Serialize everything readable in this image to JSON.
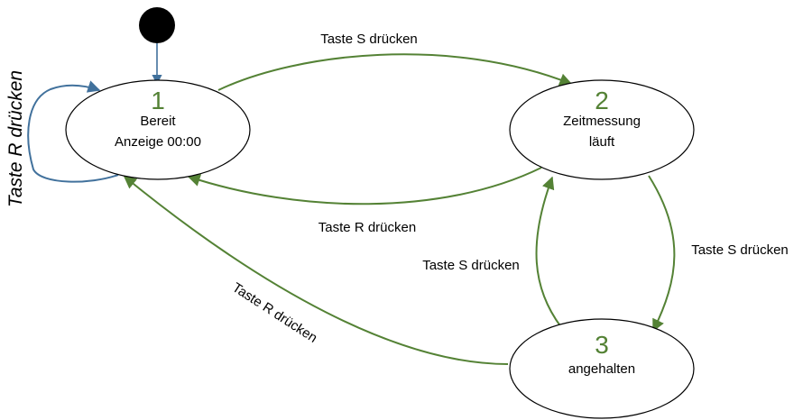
{
  "colors": {
    "transition": "#548235",
    "initial": "#41719c",
    "state_number": "#548235",
    "state_border": "#000000",
    "start_dot": "#000000"
  },
  "states": [
    {
      "id": "s1",
      "number": "1",
      "lines": [
        "Bereit",
        "Anzeige 00:00"
      ]
    },
    {
      "id": "s2",
      "number": "2",
      "lines": [
        "Zeitmessung",
        "läuft"
      ]
    },
    {
      "id": "s3",
      "number": "3",
      "lines": [
        "angehalten"
      ]
    }
  ],
  "transitions": [
    {
      "id": "t-s1-s2",
      "from": "1",
      "to": "2",
      "label": "Taste S drücken"
    },
    {
      "id": "t-s2-s1",
      "from": "2",
      "to": "1",
      "label": "Taste R drücken"
    },
    {
      "id": "t-s2-s3",
      "from": "2",
      "to": "3",
      "label": "Taste S drücken"
    },
    {
      "id": "t-s3-s2",
      "from": "3",
      "to": "2",
      "label": "Taste S drücken"
    },
    {
      "id": "t-s3-s1",
      "from": "3",
      "to": "1",
      "label": "Taste R drücken"
    },
    {
      "id": "t-s1-s1",
      "from": "1",
      "to": "1",
      "label": "Taste R drücken"
    }
  ]
}
